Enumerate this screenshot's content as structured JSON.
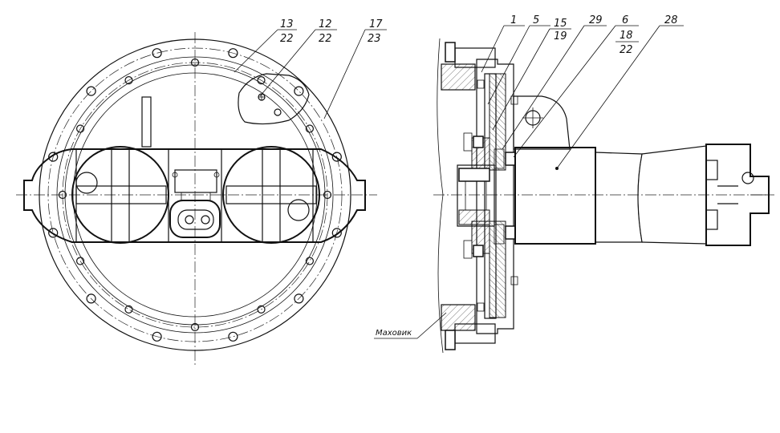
{
  "callouts": {
    "c13": "13",
    "c13b": "22",
    "c12": "12",
    "c12b": "22",
    "c17": "17",
    "c17b": "23",
    "c1": "1",
    "c5": "5",
    "c15": "15",
    "c15b": "19",
    "c29": "29",
    "c6": "6",
    "c6b": "18",
    "c6c": "22",
    "c28": "28"
  },
  "labels": {
    "flywheel": "Маховик"
  }
}
